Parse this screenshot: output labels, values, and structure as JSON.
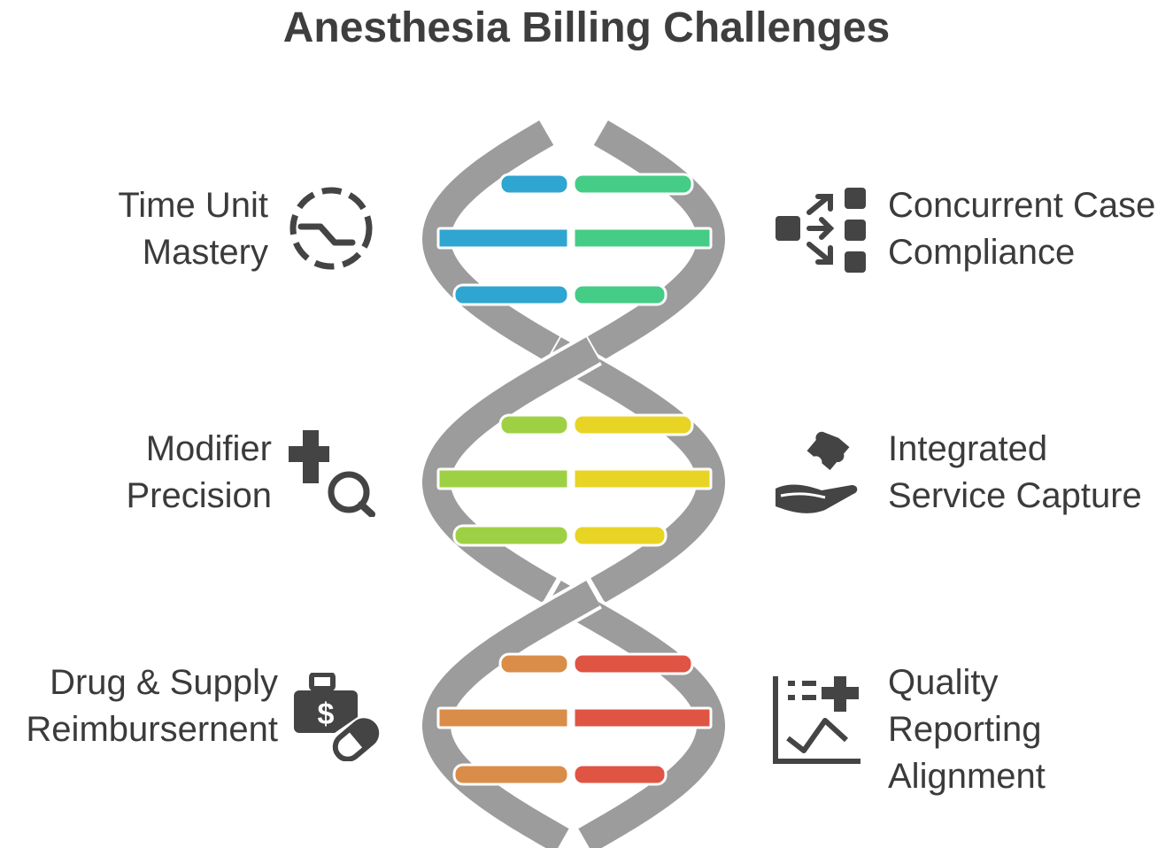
{
  "title": "Anesthesia Billing Challenges",
  "items": [
    {
      "lines": [
        "Time Unit",
        "Mastery"
      ],
      "icon": "dashed-clock-icon"
    },
    {
      "lines": [
        "Concurrent Case",
        "Compliance"
      ],
      "icon": "workflow-arrows-icon"
    },
    {
      "lines": [
        "Modifier",
        "Precision"
      ],
      "icon": "medical-search-icon"
    },
    {
      "lines": [
        "Integrated",
        "Service Capture"
      ],
      "icon": "hand-puzzle-icon"
    },
    {
      "lines": [
        "Drug & Supply",
        "Reimbursernent"
      ],
      "icon": "medical-bag-pill-icon"
    },
    {
      "lines": [
        "Quality",
        "Reporting",
        "Alignment"
      ],
      "icon": "chart-plus-icon"
    }
  ],
  "colors": {
    "strand": "#9c9c9c",
    "text": "#3b3b3b",
    "rung_groups": [
      {
        "left": "#2fa5d1",
        "right": "#45cc86"
      },
      {
        "left": "#9dd143",
        "right": "#e8d425"
      },
      {
        "left": "#d98d48",
        "right": "#e05444"
      }
    ]
  }
}
